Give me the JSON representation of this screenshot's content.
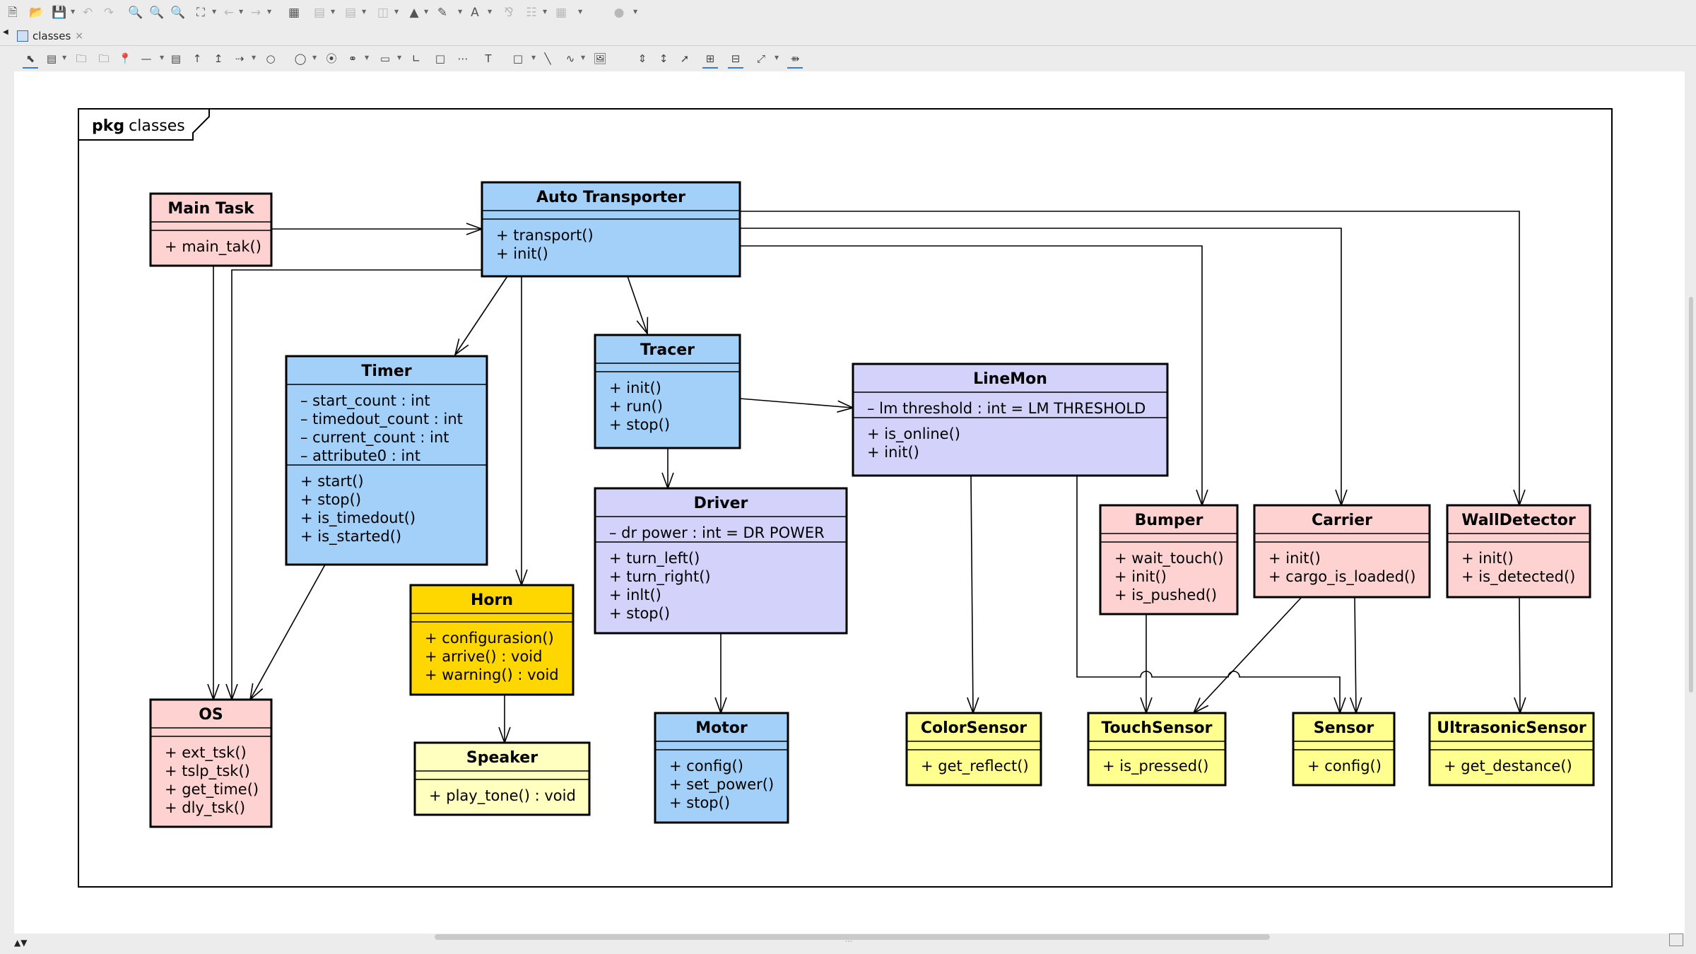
{
  "toolbar": {
    "icons": [
      "new-file",
      "open-folder",
      "save",
      "undo",
      "redo",
      "zoom-fit",
      "zoom-in",
      "zoom-out",
      "fit-window",
      "grid",
      "back",
      "forward",
      "align",
      "distribute",
      "arrange",
      "fill-color",
      "line-color",
      "font-color",
      "text-style",
      "layout",
      "group",
      "shape-style"
    ]
  },
  "tab": {
    "title": "classes"
  },
  "diagram": {
    "frame_label_kind": "pkg",
    "frame_label_name": "classes",
    "colors": {
      "pink": "#ffd2d2",
      "blue": "#a3d0f9",
      "lavender": "#d2d2fa",
      "gold": "#ffd700",
      "lightyellow": "#ffffc0",
      "yellow": "#ffff90"
    },
    "classes": [
      {
        "id": "main-task",
        "name": "Main Task",
        "color": "pink",
        "attributes": [],
        "operations": [
          "+ main_tak()"
        ]
      },
      {
        "id": "auto-transporter",
        "name": "Auto Transporter",
        "color": "blue",
        "attributes": [],
        "operations": [
          "+ transport()",
          "+ init()"
        ]
      },
      {
        "id": "timer",
        "name": "Timer",
        "color": "blue",
        "attributes": [
          "– start_count : int",
          "– timedout_count : int",
          "– current_count : int",
          "– attribute0 : int"
        ],
        "operations": [
          "+ start()",
          "+ stop()",
          "+ is_timedout()",
          "+ is_started()"
        ]
      },
      {
        "id": "tracer",
        "name": "Tracer",
        "color": "blue",
        "attributes": [],
        "operations": [
          "+ init()",
          "+ run()",
          "+ stop()"
        ]
      },
      {
        "id": "linemon",
        "name": "LineMon",
        "color": "lavender",
        "attributes": [
          "– lm threshold : int = LM THRESHOLD"
        ],
        "operations": [
          "+ is_online()",
          "+ init()"
        ]
      },
      {
        "id": "driver",
        "name": "Driver",
        "color": "lavender",
        "attributes": [
          "– dr power : int = DR POWER"
        ],
        "operations": [
          "+ turn_left()",
          "+ turn_right()",
          "+ inlt()",
          "+ stop()"
        ]
      },
      {
        "id": "horn",
        "name": "Horn",
        "color": "gold",
        "attributes": [],
        "operations": [
          "+ configurasion()",
          "+ arrive() : void",
          "+ warning() : void"
        ]
      },
      {
        "id": "bumper",
        "name": "Bumper",
        "color": "pink",
        "attributes": [],
        "operations": [
          "+ wait_touch()",
          "+ init()",
          "+ is_pushed()"
        ]
      },
      {
        "id": "carrier",
        "name": "Carrier",
        "color": "pink",
        "attributes": [],
        "operations": [
          "+ init()",
          "+ cargo_is_loaded()"
        ]
      },
      {
        "id": "wall-detector",
        "name": "WallDetector",
        "color": "pink",
        "attributes": [],
        "operations": [
          "+ init()",
          "+ is_detected()"
        ]
      },
      {
        "id": "os",
        "name": "OS",
        "color": "pink",
        "attributes": [],
        "operations": [
          "+ ext_tsk()",
          "+ tslp_tsk()",
          "+ get_time()",
          "+ dly_tsk()"
        ]
      },
      {
        "id": "speaker",
        "name": "Speaker",
        "color": "lightyellow",
        "attributes": [],
        "operations": [
          "+ play_tone() : void"
        ]
      },
      {
        "id": "motor",
        "name": "Motor",
        "color": "blue",
        "attributes": [],
        "operations": [
          "+ config()",
          "+ set_power()",
          "+ stop()"
        ]
      },
      {
        "id": "color-sensor",
        "name": "ColorSensor",
        "color": "yellow",
        "attributes": [],
        "operations": [
          "+ get_reflect()"
        ]
      },
      {
        "id": "touch-sensor",
        "name": "TouchSensor",
        "color": "yellow",
        "attributes": [],
        "operations": [
          "+ is_pressed()"
        ]
      },
      {
        "id": "sensor",
        "name": "Sensor",
        "color": "yellow",
        "attributes": [],
        "operations": [
          "+ config()"
        ]
      },
      {
        "id": "ultrasonic-sensor",
        "name": "UltrasonicSensor",
        "color": "yellow",
        "attributes": [],
        "operations": [
          "+ get_destance()"
        ]
      }
    ]
  }
}
